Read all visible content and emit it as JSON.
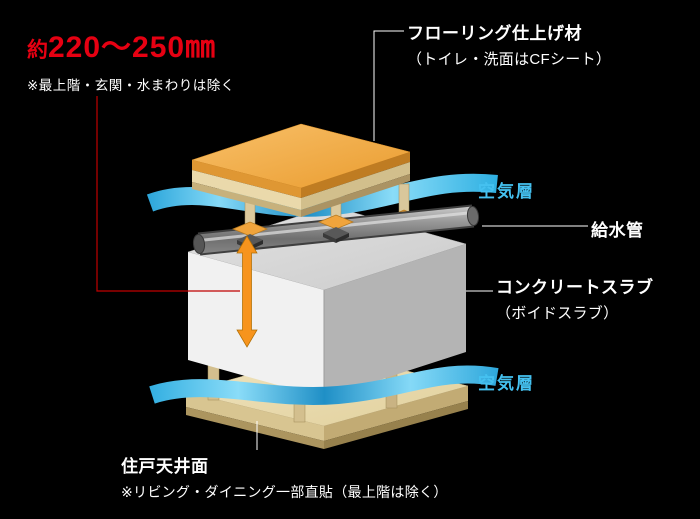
{
  "dimension": {
    "prefix": "約",
    "value": "220〜250㎜",
    "note": "※最上階・玄関・水まわりは除く"
  },
  "labels": {
    "flooring_title": "フローリング仕上げ材",
    "flooring_sub": "（トイレ・洗面はCFシート）",
    "air_top": "空気層",
    "pipe": "給水管",
    "slab_title": "コンクリートスラブ",
    "slab_sub": "（ボイドスラブ）",
    "air_bottom": "空気層",
    "ceiling_title": "住戸天井面",
    "ceiling_sub": "※リビング・ダイニング一部直貼（最上階は除く）"
  },
  "colors": {
    "background": "#000000",
    "dimension_red": "#e60012",
    "air_layer_cyan": "#45c1f0",
    "arrow_orange": "#f7941d",
    "label_white": "#ffffff"
  }
}
